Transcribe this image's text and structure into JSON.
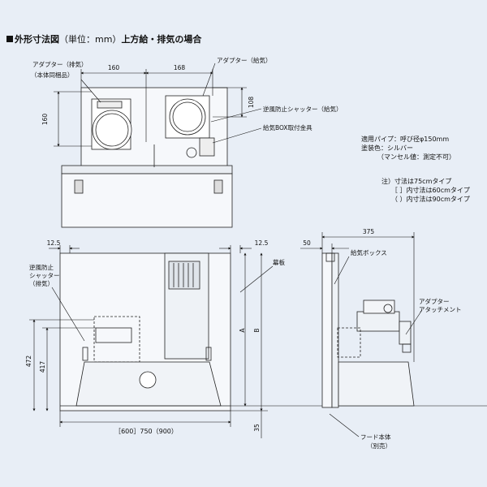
{
  "title": {
    "main": "外形寸法図",
    "sub": "（単位：mm）",
    "tail": "上方給・排気の場合"
  },
  "top_view": {
    "dim_160_left": "160",
    "dim_168": "168",
    "dim_160_vertical": "160",
    "dim_108": "108",
    "label_adapter_exhaust": "アダプター（排気）",
    "label_adapter_exhaust_note": "（本体同梱品）",
    "label_adapter_supply": "アダプター（給気）",
    "label_backdraft_supply": "逆風防止シャッター（給気）",
    "label_box_bracket": "給気BOX取付金具"
  },
  "spec": {
    "line1": "適用パイプ：呼び径φ150mm",
    "line2": "塗装色：シルバー",
    "line3": "（マンセル値：測定不可）"
  },
  "notes": {
    "line1": "注）寸法は75cmタイプ",
    "line2": "［ ］内寸法は60cmタイプ",
    "line3": "（ ）内寸法は90cmタイプ"
  },
  "front_view": {
    "dim_12_5_left": "12.5",
    "dim_12_5_right": "12.5",
    "label_backdraft_exhaust_1": "逆風防止",
    "label_backdraft_exhaust_2": "シャッター",
    "label_backdraft_exhaust_3": "（排気）",
    "label_curtain": "幕板",
    "dim_A": "A",
    "dim_B": "B",
    "dim_472": "472",
    "dim_417": "417",
    "dim_35": "35",
    "dim_width": "［600］750（900）"
  },
  "side_view": {
    "dim_375": "375",
    "dim_50": "50",
    "label_supply_box": "給気ボックス",
    "label_adapter_attachment_1": "アダプター",
    "label_adapter_attachment_2": "アタッチメント",
    "label_hood_body_1": "フード本体",
    "label_hood_body_2": "（別売）"
  }
}
